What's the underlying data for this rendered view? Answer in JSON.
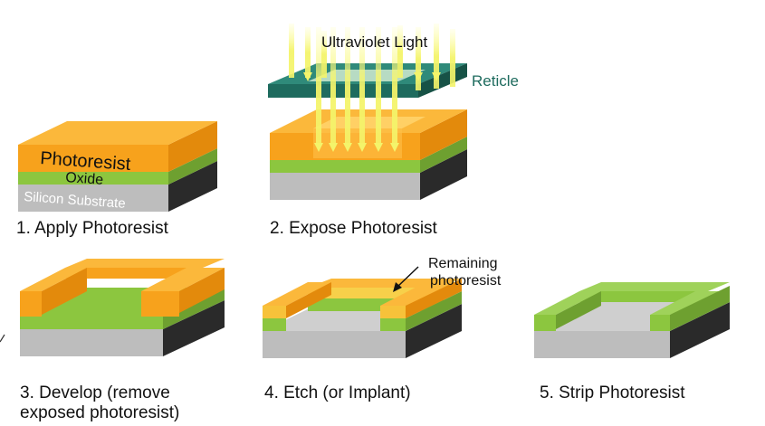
{
  "layer_labels": {
    "photoresist": "Photoresist",
    "oxide": "Oxide",
    "substrate": "Silicon Substrate"
  },
  "light_label": "Ultraviolet Light",
  "reticle_label": "Reticle",
  "remaining_label": [
    "Remaining",
    "photoresist"
  ],
  "steps": [
    {
      "label": [
        "1. Apply Photoresist"
      ]
    },
    {
      "label": [
        "2. Expose Photoresist"
      ]
    },
    {
      "label": [
        "3. Develop (remove",
        "exposed photoresist)"
      ]
    },
    {
      "label": [
        "4. Etch (or Implant)"
      ]
    },
    {
      "label": [
        "5. Strip Photoresist"
      ]
    }
  ],
  "colors": {
    "photoresist": "#f7a21c",
    "oxide": "#8cc63f",
    "substrate": "#bdbdbd",
    "substrate_side": "#2a2a2a",
    "reticle": "#1e6b5e",
    "uv_light": "#f4f46a",
    "reticle_text": "#1e6b5e"
  }
}
